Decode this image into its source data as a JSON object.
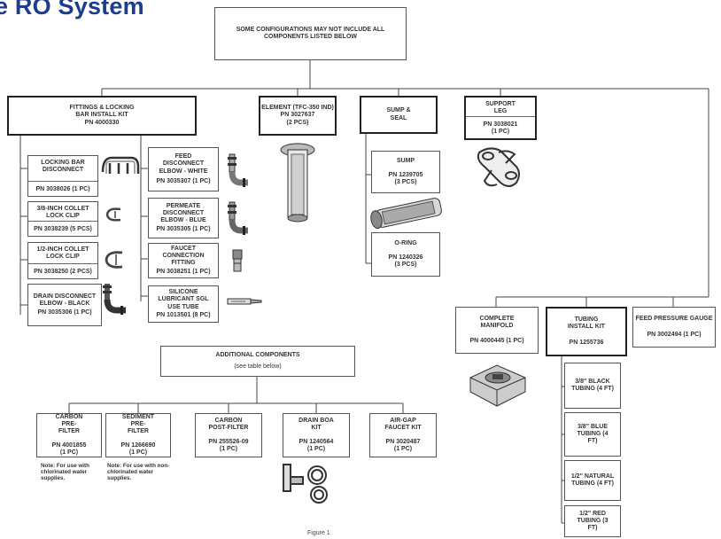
{
  "page_title": "e RO System",
  "top_note": "SOME CONFIGURATIONS MAY NOT INCLUDE ALL COMPONENTS LISTED BELOW",
  "kit": {
    "name": "FITTINGS & LOCKING BAR INSTALL KIT",
    "pn": "PN 4000330"
  },
  "element": {
    "name": "ELEMENT (TFC-350 IND)",
    "pn": "PN 3027637",
    "qty": "(2 pcs)"
  },
  "sump_seal": {
    "name": "SUMP & SEAL"
  },
  "support_leg": {
    "name": "SUPPORT LEG",
    "pn": "PN 3038021",
    "qty": "(1 pc)"
  },
  "left_items": [
    {
      "name": "LOCKING BAR DISCONNECT",
      "pn": "PN 3038026 (1 pc)"
    },
    {
      "name": "3/8-INCH COLLET LOCK CLIP",
      "pn": "PN 3038239 (5 pcs)"
    },
    {
      "name": "1/2-INCH COLLET LOCK CLIP",
      "pn": "PN 3038250 (2 pcs)"
    },
    {
      "name": "DRAIN DISCONNECT ELBOW - BLACK",
      "pn": "PN 3035306 (1 pc)"
    }
  ],
  "right_items": [
    {
      "name": "FEED DISCONNECT ELBOW - WHITE",
      "pn": "PN 3035307 (1 pc)"
    },
    {
      "name": "PERMEATE DISCONNECT ELBOW - BLUE",
      "pn": "PN 3035305 (1 pc)"
    },
    {
      "name": "FAUCET CONNECTION FITTING",
      "pn": "PN 3038251 (1 pc)"
    },
    {
      "name": "SILICONE LUBRICANT SGL USE TUBE",
      "pn": "PN 1013501 (8 pc)"
    }
  ],
  "sump_items": [
    {
      "name": "SUMP",
      "pn": "PN 1239705",
      "qty": "(3 pcs)"
    },
    {
      "name": "O-RING",
      "pn": "PN 1240326",
      "qty": "(3 pcs)"
    }
  ],
  "manifold": {
    "name": "COMPLETE MANIFOLD",
    "pn": "PN 4000445 (1 pc)"
  },
  "tubing_kit": {
    "name": "TUBING INSTALL KIT",
    "pn": "PN 1255736"
  },
  "feed_gauge": {
    "name": "FEED PRESSURE GAUGE",
    "pn": "PN 3002494 (1 pc)"
  },
  "tubing_items": [
    {
      "name": "3/8\" BLACK TUBING (4 ft)"
    },
    {
      "name": "3/8\" BLUE TUBING (4 ft)"
    },
    {
      "name": "1/2\" NATURAL TUBING (4 ft)"
    },
    {
      "name": "1/2\" RED TUBING (3 ft)"
    }
  ],
  "additional": {
    "title": "ADDITIONAL COMPONENTS",
    "subtitle": "(see table below)"
  },
  "additional_items": [
    {
      "name": "CARBON PRE-FILTER",
      "pn": "PN 4001855",
      "qty": "(1 pc)"
    },
    {
      "name": "SEDIMENT PRE-FILTER",
      "pn": "PN 1266690",
      "qty": "(1 pc)"
    },
    {
      "name": "CARBON POST-FILTER",
      "pn": "PN 255526-09",
      "qty": "(1 pc)"
    },
    {
      "name": "DRAIN BOA KIT",
      "pn": "PN 1240564",
      "qty": "(1 pc)"
    },
    {
      "name": "AIR-GAP FAUCET KIT",
      "pn": "PN 3020487",
      "qty": "(1 pc)"
    }
  ],
  "notes": [
    "Note: For use with chlorinated water supplies.",
    "Note: For use with non-chlorinated water supplies."
  ],
  "figure_caption": "Figure 1"
}
